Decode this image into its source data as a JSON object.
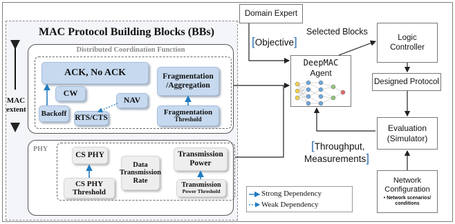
{
  "bb_panel": {
    "title": "MAC Protocol Building Blocks (BBs)",
    "mac_extent_line1": "MAC",
    "mac_extent_line2": "extent"
  },
  "dcf": {
    "title": "Distributed Coordination Function",
    "blocks": {
      "ack": "ACK, No ACK",
      "cw": "CW",
      "backoff": "Backoff",
      "rts_cts": "RTS/CTS",
      "nav": "NAV",
      "frag_agg_line1": "Fragmentation",
      "frag_agg_line2": "/Aggregation",
      "frag_thr_line1": "Fragmentation",
      "frag_thr_line2": "Threshold"
    }
  },
  "phy": {
    "label": "PHY",
    "blocks": {
      "cs_phy": "CS PHY",
      "cs_thr_line1": "CS PHY",
      "cs_thr_line2": "Threshold",
      "data_rate_line1": "Data",
      "data_rate_line2": "Transmission",
      "data_rate_line3": "Rate",
      "tx_power_line1": "Transmission",
      "tx_power_line2": "Power",
      "tx_power_thr_line1": "Transmission",
      "tx_power_thr_line2": "Power Threshold"
    }
  },
  "right": {
    "domain_expert": "Domain Expert",
    "objective": "Objective",
    "selected_blocks": "Selected Blocks",
    "agent_line1": "DeepMAC",
    "agent_line2": "Agent",
    "logic_line1": "Logic",
    "logic_line2": "Controller",
    "designed_protocol": "Designed Protocol",
    "eval_line1": "Evaluation",
    "eval_line2": "(Simulator)",
    "throughput": "Throughput,",
    "measurements": "Measurements",
    "netcfg_line1": "Network",
    "netcfg_line2": "Configuration",
    "netcfg_bullet": "• Network scenarios/",
    "netcfg_bullet2": "conditions"
  },
  "legend": {
    "strong": "Strong Dependency",
    "weak": "Weak Dependency"
  },
  "colors": {
    "block_blue": "#c6d9ef",
    "block_grey": "#eeeeee",
    "arrow_blue": "#1f7bc1",
    "bracket_blue": "#2b6cb0"
  }
}
